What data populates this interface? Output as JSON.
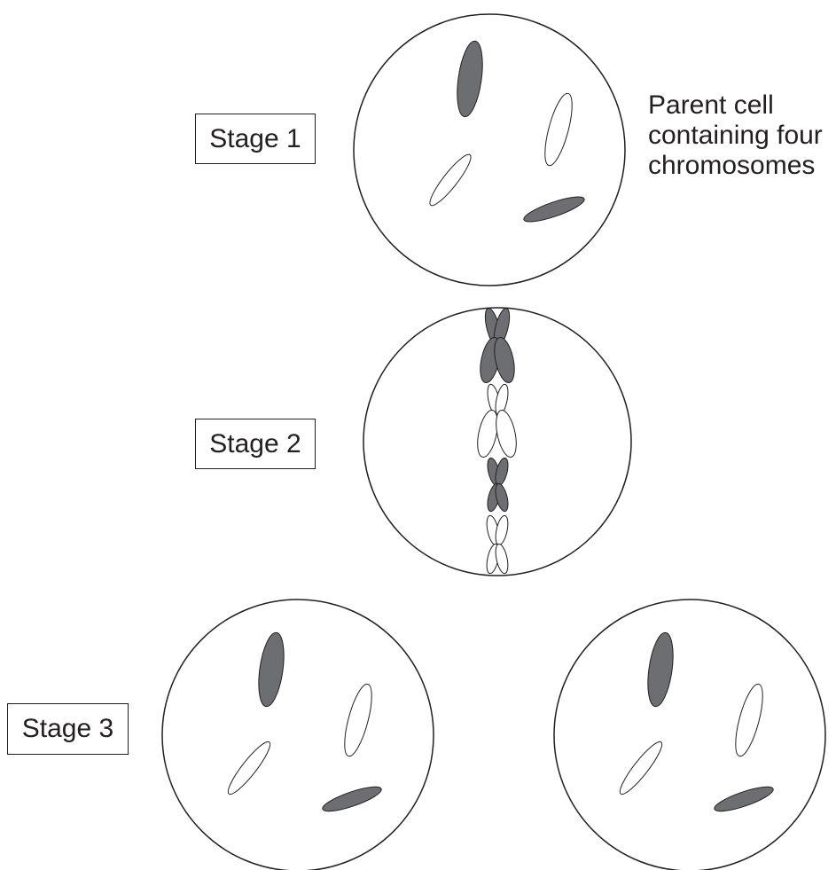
{
  "stages": [
    {
      "label": "Stage 1"
    },
    {
      "label": "Stage 2"
    },
    {
      "label": "Stage 3"
    }
  ],
  "caption": {
    "lines": [
      "Parent cell",
      "containing four",
      "chromosomes"
    ]
  },
  "colors": {
    "outline": "#231f20",
    "chromosome_dark": "#6d6e71",
    "chromosome_light": "#ffffff",
    "background": "#ffffff"
  }
}
